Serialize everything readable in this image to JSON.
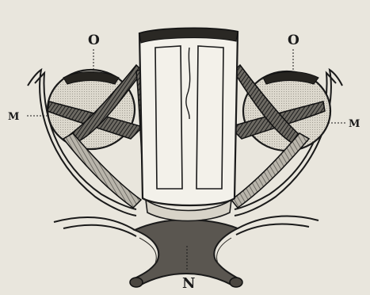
{
  "labels": {
    "top_left": "O",
    "top_right": "O",
    "side_left": "M",
    "side_right": "M",
    "bottom": "N"
  }
}
